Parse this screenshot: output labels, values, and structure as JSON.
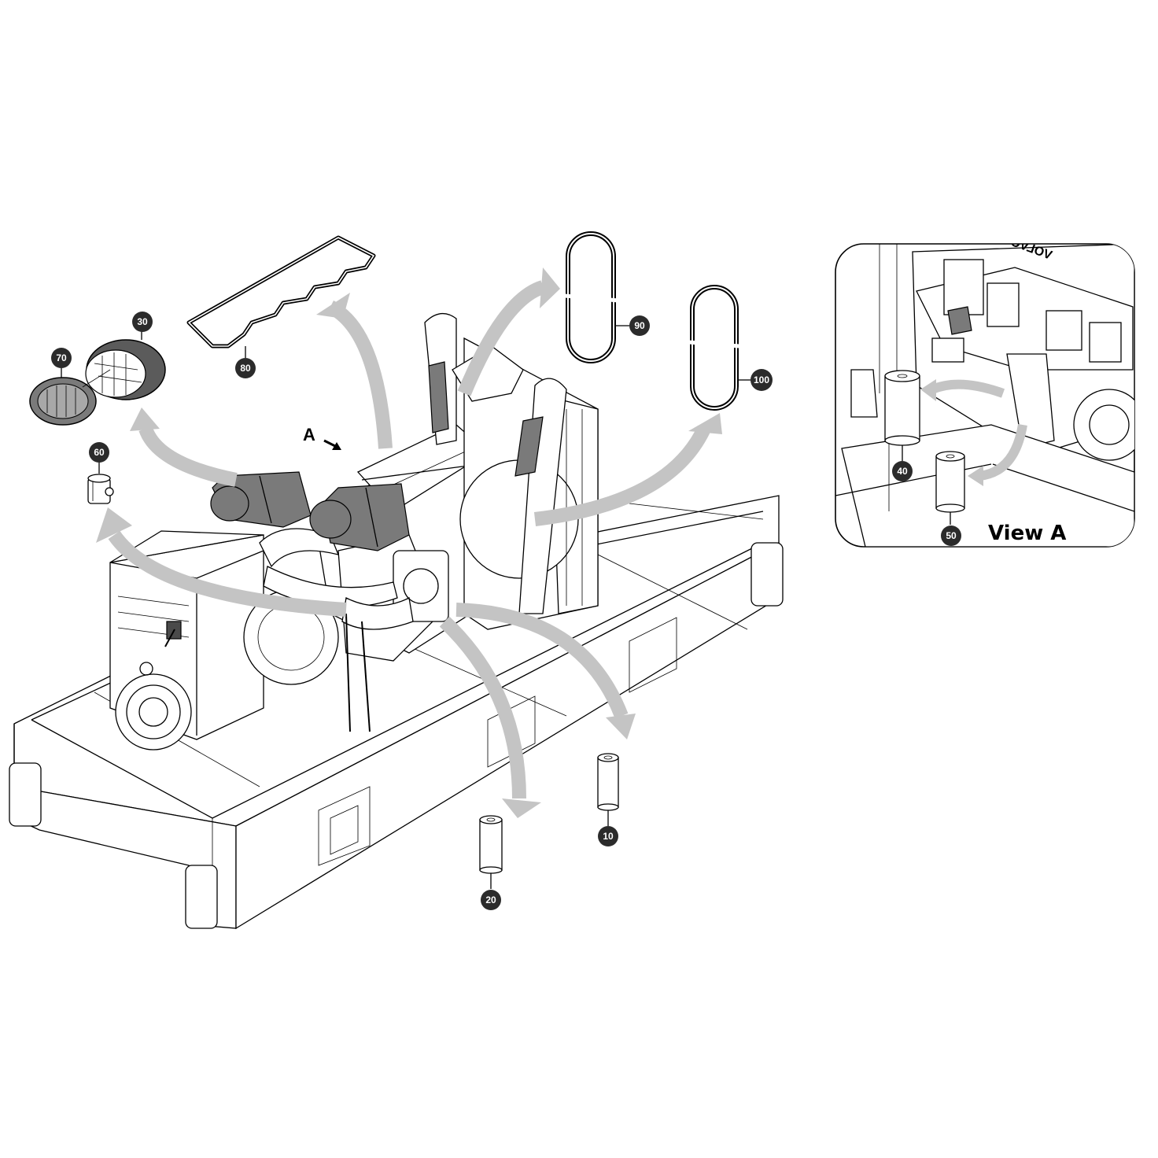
{
  "view_marker": "A",
  "inset": {
    "title": "View A",
    "logo_text": "VOLVO"
  },
  "callouts": [
    "10",
    "20",
    "30",
    "40",
    "50",
    "60",
    "70",
    "80",
    "90",
    "100"
  ]
}
